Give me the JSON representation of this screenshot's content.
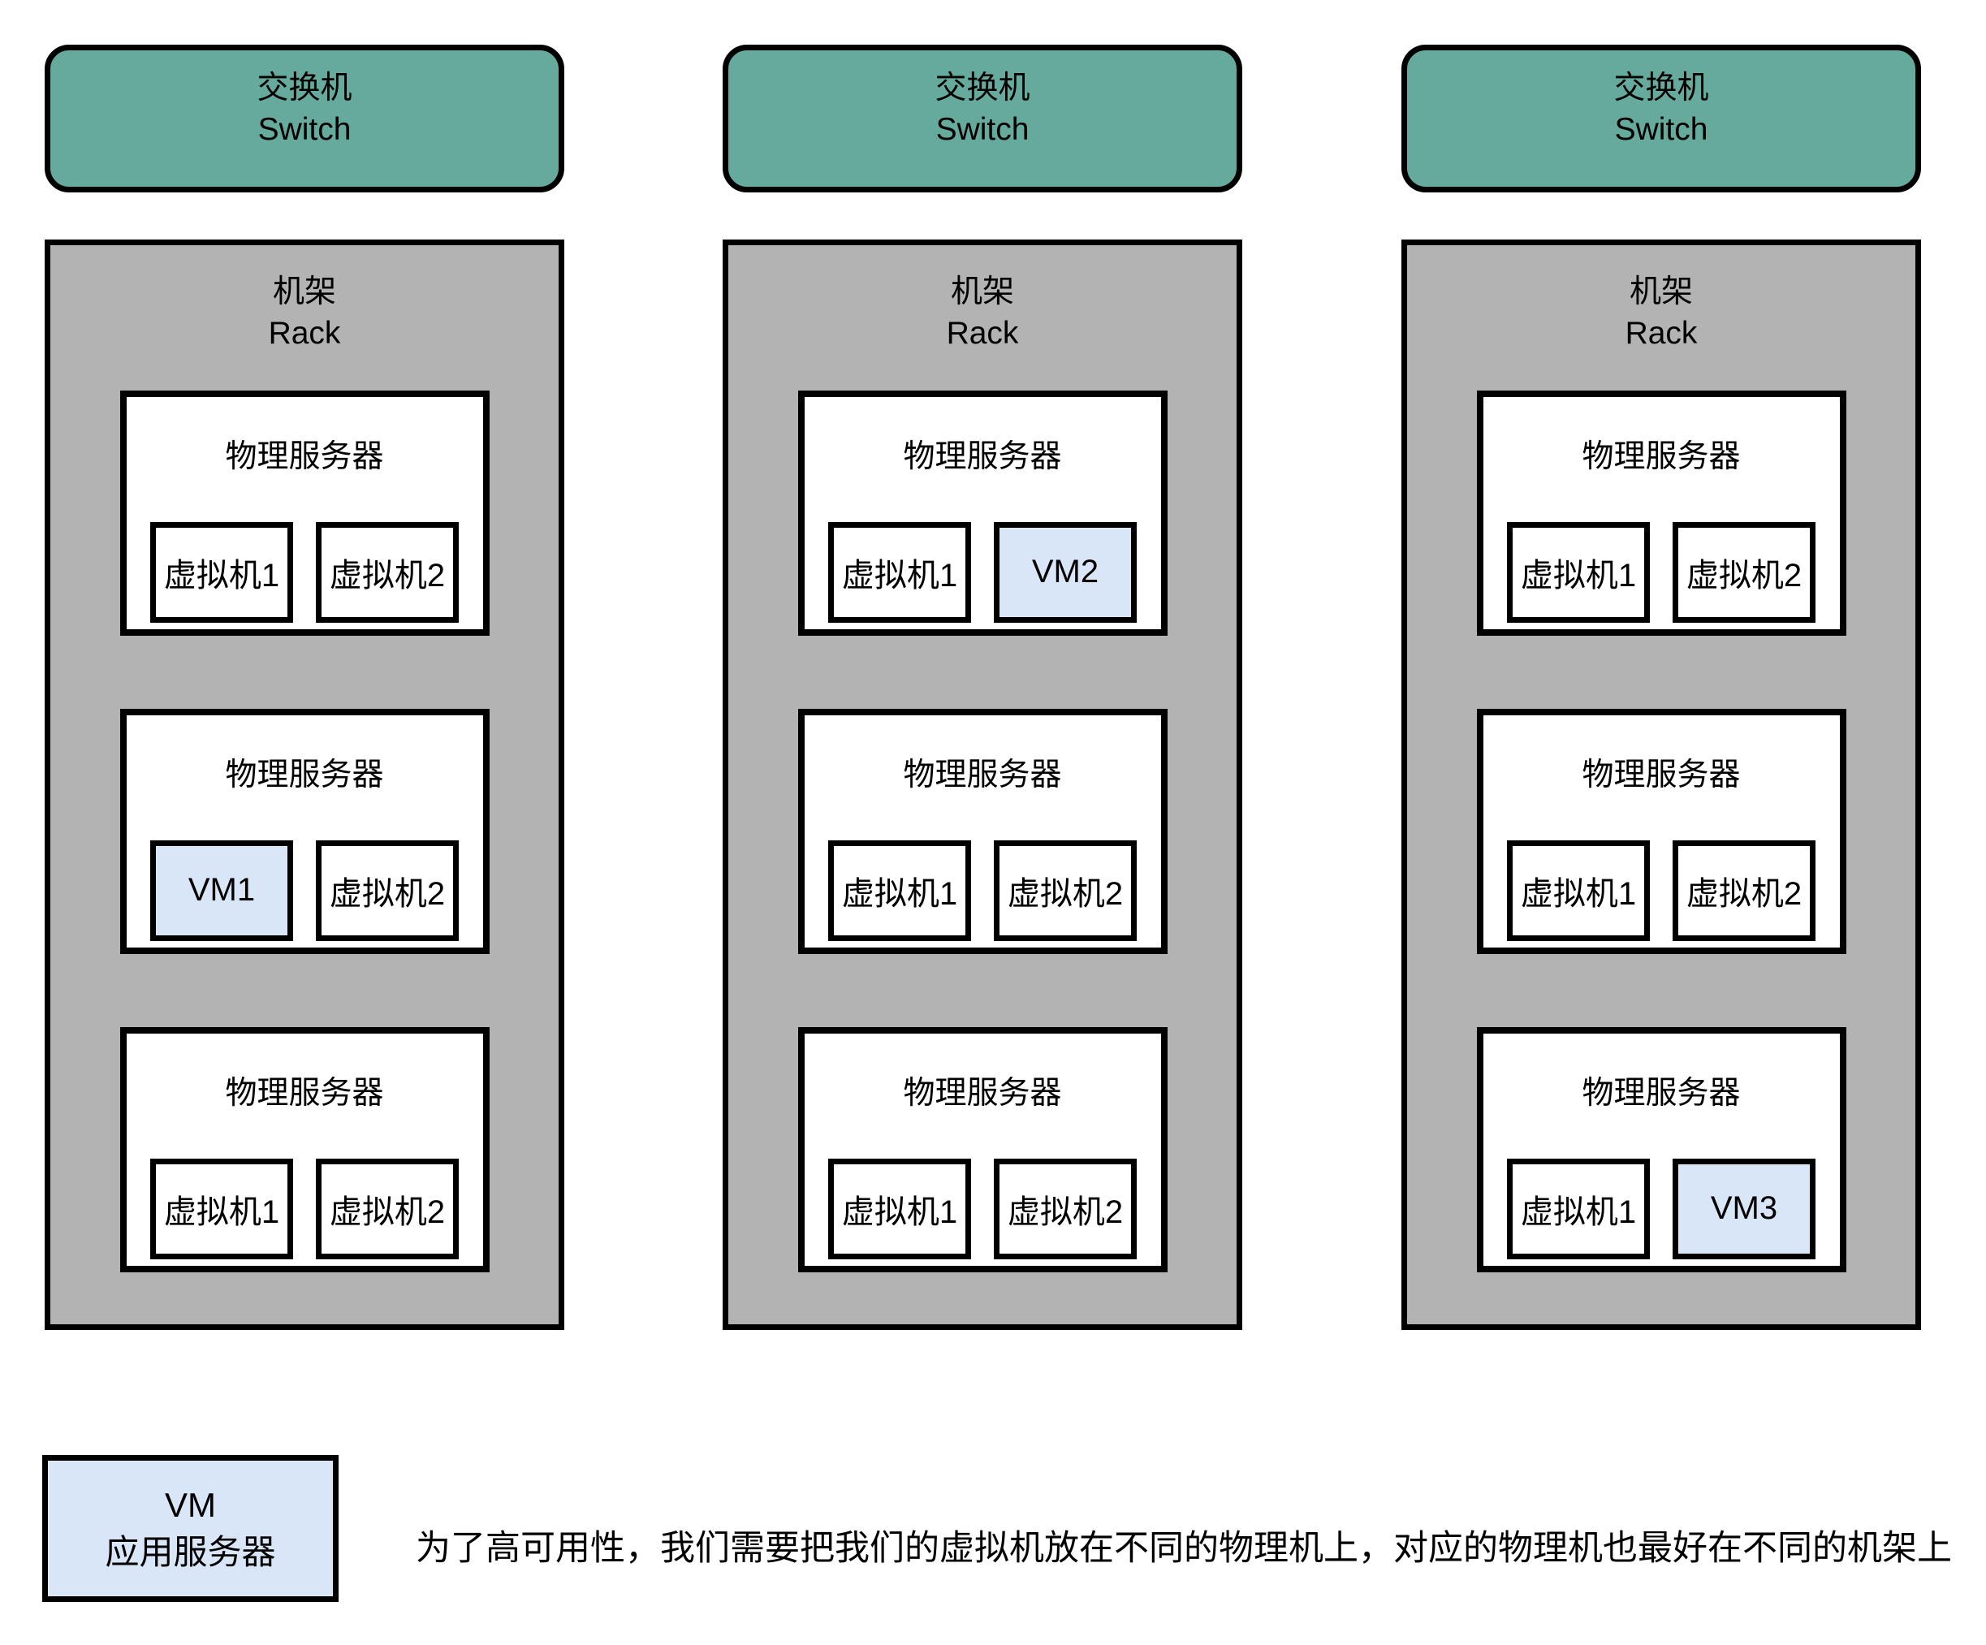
{
  "colors": {
    "switch_bg": "#65AA9D",
    "rack_bg": "#B3B3B3",
    "vm_highlight_bg": "#D8E6F8",
    "border": "#000000"
  },
  "columns": [
    {
      "switch": {
        "line1": "交换机",
        "line2": "Switch"
      },
      "rack": {
        "line1": "机架",
        "line2": "Rack",
        "servers": [
          {
            "title": "物理服务器",
            "vms": [
              {
                "label": "虚拟机1",
                "highlight": false
              },
              {
                "label": "虚拟机2",
                "highlight": false
              }
            ]
          },
          {
            "title": "物理服务器",
            "vms": [
              {
                "label": "VM1",
                "highlight": true
              },
              {
                "label": "虚拟机2",
                "highlight": false
              }
            ]
          },
          {
            "title": "物理服务器",
            "vms": [
              {
                "label": "虚拟机1",
                "highlight": false
              },
              {
                "label": "虚拟机2",
                "highlight": false
              }
            ]
          }
        ]
      }
    },
    {
      "switch": {
        "line1": "交换机",
        "line2": "Switch"
      },
      "rack": {
        "line1": "机架",
        "line2": "Rack",
        "servers": [
          {
            "title": "物理服务器",
            "vms": [
              {
                "label": "虚拟机1",
                "highlight": false
              },
              {
                "label": "VM2",
                "highlight": true
              }
            ]
          },
          {
            "title": "物理服务器",
            "vms": [
              {
                "label": "虚拟机1",
                "highlight": false
              },
              {
                "label": "虚拟机2",
                "highlight": false
              }
            ]
          },
          {
            "title": "物理服务器",
            "vms": [
              {
                "label": "虚拟机1",
                "highlight": false
              },
              {
                "label": "虚拟机2",
                "highlight": false
              }
            ]
          }
        ]
      }
    },
    {
      "switch": {
        "line1": "交换机",
        "line2": "Switch"
      },
      "rack": {
        "line1": "机架",
        "line2": "Rack",
        "servers": [
          {
            "title": "物理服务器",
            "vms": [
              {
                "label": "虚拟机1",
                "highlight": false
              },
              {
                "label": "虚拟机2",
                "highlight": false
              }
            ]
          },
          {
            "title": "物理服务器",
            "vms": [
              {
                "label": "虚拟机1",
                "highlight": false
              },
              {
                "label": "虚拟机2",
                "highlight": false
              }
            ]
          },
          {
            "title": "物理服务器",
            "vms": [
              {
                "label": "虚拟机1",
                "highlight": false
              },
              {
                "label": "VM3",
                "highlight": true
              }
            ]
          }
        ]
      }
    }
  ],
  "legend": {
    "line1": "VM",
    "line2": "应用服务器"
  },
  "caption": "为了高可用性，我们需要把我们的虚拟机放在不同的物理机上，对应的物理机也最好在不同的机架上"
}
